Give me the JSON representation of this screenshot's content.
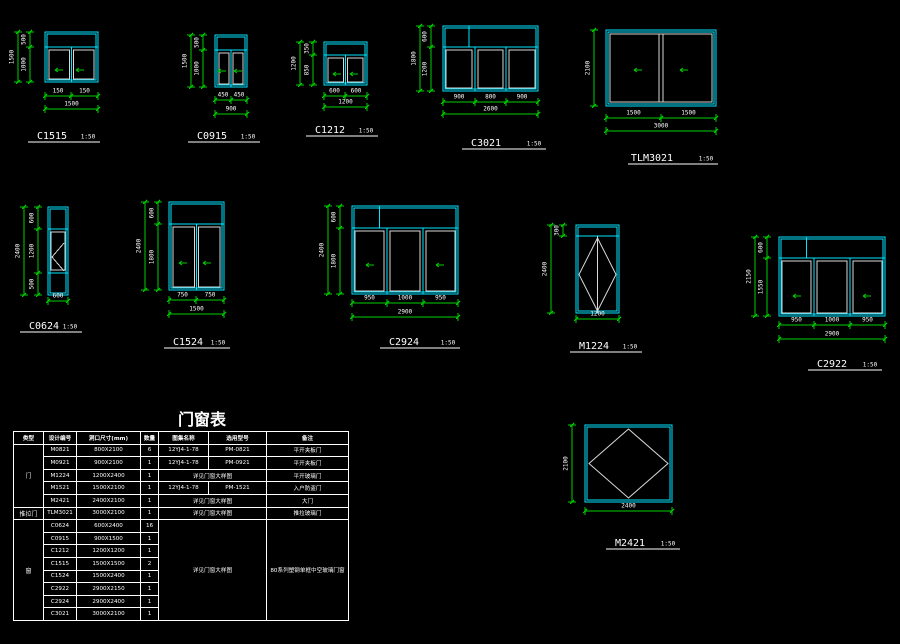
{
  "colors": {
    "frame": "#00e5ff",
    "dim": "#00d000",
    "text": "#ffffff",
    "background": "#000000",
    "sash": "#d8d8d8"
  },
  "drawings": [
    {
      "id": "C1515",
      "label": "C1515",
      "scale": "1:50",
      "dims_h": [
        "150",
        "150",
        "1500"
      ],
      "dims_v": [
        "500",
        "1000",
        "1500"
      ]
    },
    {
      "id": "C0915",
      "label": "C0915",
      "scale": "1:50",
      "dims_h": [
        "450",
        "450",
        "900"
      ],
      "dims_v": [
        "500",
        "1000",
        "1500"
      ]
    },
    {
      "id": "C1212",
      "label": "C1212",
      "scale": "1:50",
      "dims_h": [
        "600",
        "600",
        "1200"
      ],
      "dims_v": [
        "350",
        "850",
        "1200"
      ]
    },
    {
      "id": "C3021",
      "label": "C3021",
      "scale": "1:50",
      "dims_h": [
        "900",
        "800",
        "900",
        "2600"
      ],
      "dims_v": [
        "600",
        "1200",
        "1800"
      ]
    },
    {
      "id": "TLM3021",
      "label": "TLM3021",
      "scale": "1:50",
      "dims_h": [
        "1500",
        "1500",
        "3000"
      ],
      "dims_v": [
        "2100"
      ]
    },
    {
      "id": "C0624",
      "label": "C0624",
      "scale": "1:50",
      "dims_h": [
        "600"
      ],
      "dims_v": [
        "600",
        "1200",
        "500",
        "2400"
      ]
    },
    {
      "id": "C1524",
      "label": "C1524",
      "scale": "1:50",
      "dims_h": [
        "750",
        "750",
        "1500"
      ],
      "dims_v": [
        "600",
        "1800",
        "2400"
      ]
    },
    {
      "id": "C2924",
      "label": "C2924",
      "scale": "1:50",
      "dims_h": [
        "950",
        "1000",
        "950",
        "2900"
      ],
      "dims_v": [
        "600",
        "1800",
        "2400"
      ]
    },
    {
      "id": "M1224",
      "label": "M1224",
      "scale": "1:50",
      "dims_h": [
        "1200"
      ],
      "dims_v": [
        "300",
        "2400"
      ]
    },
    {
      "id": "C2922",
      "label": "C2922",
      "scale": "1:50",
      "dims_h": [
        "950",
        "1000",
        "950",
        "2900"
      ],
      "dims_v": [
        "600",
        "1550",
        "2150"
      ]
    },
    {
      "id": "M2421",
      "label": "M2421",
      "scale": "1:50",
      "dims_h": [
        "2400"
      ],
      "dims_v": [
        "2100"
      ]
    }
  ],
  "schedule": {
    "title": "门窗表",
    "headers": [
      "类型",
      "设计编号",
      "洞口尺寸(mm)",
      "数量",
      "图集名称",
      "选用型号",
      "备注"
    ],
    "rows": [
      {
        "cat": "门",
        "code": "M0821",
        "size": "800X2100",
        "qty": "6",
        "atlas": "12YJ4-1-78",
        "model": "PM-0821",
        "note": "平开夹板门"
      },
      {
        "cat": "",
        "code": "M0921",
        "size": "900X2100",
        "qty": "1",
        "atlas": "12YJ4-1-78",
        "model": "PM-0921",
        "note": "平开夹板门"
      },
      {
        "cat": "",
        "code": "M1224",
        "size": "1200X2400",
        "qty": "1",
        "merged": "详见门窗大样图",
        "note": "平开玻璃门"
      },
      {
        "cat": "",
        "code": "M1521",
        "size": "1500X2100",
        "qty": "1",
        "atlas": "12YJ4-1-78",
        "model": "PM-1521",
        "note": "入户防盗门"
      },
      {
        "cat": "",
        "code": "M2421",
        "size": "2400X2100",
        "qty": "1",
        "merged": "详见门窗大样图",
        "note": "大门"
      },
      {
        "cat": "推拉门",
        "code": "TLM3021",
        "size": "3000X2100",
        "qty": "1",
        "merged": "详见门窗大样图",
        "note": "推拉玻璃门"
      }
    ],
    "window_cat": "窗",
    "window_rows": [
      {
        "code": "C0624",
        "size": "600X2400",
        "qty": "16"
      },
      {
        "code": "C0915",
        "size": "900X1500",
        "qty": "1"
      },
      {
        "code": "C1212",
        "size": "1200X1200",
        "qty": "1"
      },
      {
        "code": "C1515",
        "size": "1500X1500",
        "qty": "2"
      },
      {
        "code": "C1524",
        "size": "1500X2400",
        "qty": "1"
      },
      {
        "code": "C2922",
        "size": "2900X2150",
        "qty": "1"
      },
      {
        "code": "C2924",
        "size": "2900X2400",
        "qty": "1"
      },
      {
        "code": "C3021",
        "size": "3000X2100",
        "qty": "1"
      }
    ],
    "window_ref": "详见门窗大样图",
    "window_note": "80系列塑钢单框中空玻璃门窗"
  }
}
